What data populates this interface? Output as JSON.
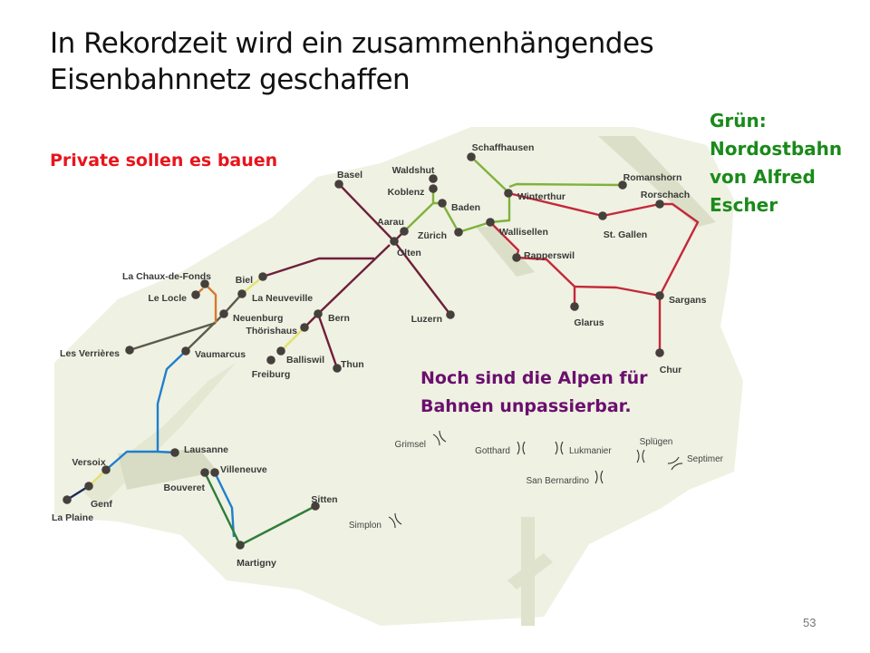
{
  "title": {
    "line1": "In Rekordzeit wird ein zusammenhängendes",
    "line2": "Eisenbahnnetz geschaffen"
  },
  "callouts": {
    "private": "Private sollen es bauen",
    "green": [
      "Grün:",
      "Nordostbahn",
      "von Alfred",
      "Escher"
    ],
    "alps": [
      "Noch sind die Alpen für",
      "Bahnen unpassierbar."
    ]
  },
  "stations": [
    "Basel",
    "Waldshut",
    "Koblenz",
    "Baden",
    "Aarau",
    "Olten",
    "Zürich",
    "Wallisellen",
    "Schaffhausen",
    "Winterthur",
    "Romanshorn",
    "Rorschach",
    "St. Gallen",
    "Rapperswil",
    "Glarus",
    "Sargans",
    "Chur",
    "Luzern",
    "Biel",
    "La Neuveville",
    "Neuenburg",
    "Le Locle",
    "La Chaux-de-Fonds",
    "Les Verrières",
    "Vaumarcus",
    "Bern",
    "Thörishaus",
    "Balliswil",
    "Freiburg",
    "Thun",
    "Lausanne",
    "Versoix",
    "Genf",
    "La Plaine",
    "Bouveret",
    "Villeneuve",
    "Martigny",
    "Sitten"
  ],
  "passes": [
    "Grimsel",
    "Gotthard",
    "Lukmanier",
    "Splügen",
    "Septimer",
    "San Bernardino",
    "Simplon"
  ],
  "line_colors": {
    "purple": "#6e1f3c",
    "green": "#7fb23c",
    "red": "#c4283a",
    "blue": "#1f7fcc",
    "darkgreen": "#2f7d3a",
    "orange": "#d47a30",
    "gray": "#5c5c4a",
    "yellow": "#e6e070",
    "navy": "#1c2a5c"
  },
  "page_number": "53"
}
